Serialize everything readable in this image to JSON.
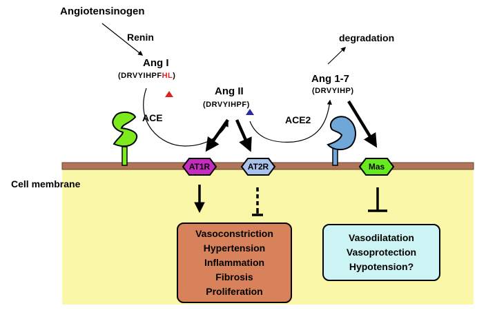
{
  "labels": {
    "angiotensinogen": "Angiotensinogen",
    "renin": "Renin",
    "ang1": "Ang I",
    "ang1_seq_main": "(DRVYIHPF",
    "ang1_seq_hl": "HL",
    "ang1_seq_close": ")",
    "ace": "ACE",
    "ang2": "Ang II",
    "ang2_seq": "(DRVYIHPF)",
    "ace2": "ACE2",
    "degradation": "degradation",
    "ang17": "Ang 1-7",
    "ang17_seq": "(DRVYIHP)",
    "cell_membrane": "Cell membrane"
  },
  "receptors": {
    "at1r": "AT1R",
    "at2r": "AT2R",
    "mas": "Mas"
  },
  "effects_at1r": [
    "Vasoconstriction",
    "Hypertension",
    "Inflammation",
    "Fibrosis",
    "Proliferation"
  ],
  "effects_mas": [
    "Vasodilatation",
    "Vasoprotection",
    "Hypotension?"
  ],
  "colors": {
    "membrane": "#b07458",
    "cytoplasm": "#fbf7a8",
    "ace_enzyme": "#7dea1e",
    "ace2_enzyme": "#6fa7d9",
    "at1r": "#c42bbf",
    "at2r": "#a9c2ec",
    "mas": "#66ea1f",
    "at1r_effects_box": "#d7825a",
    "mas_effects_box": "#cdf4f4",
    "cleavage_site": "#e0201a",
    "ace2_cleavage_site": "#2a2aa8"
  }
}
